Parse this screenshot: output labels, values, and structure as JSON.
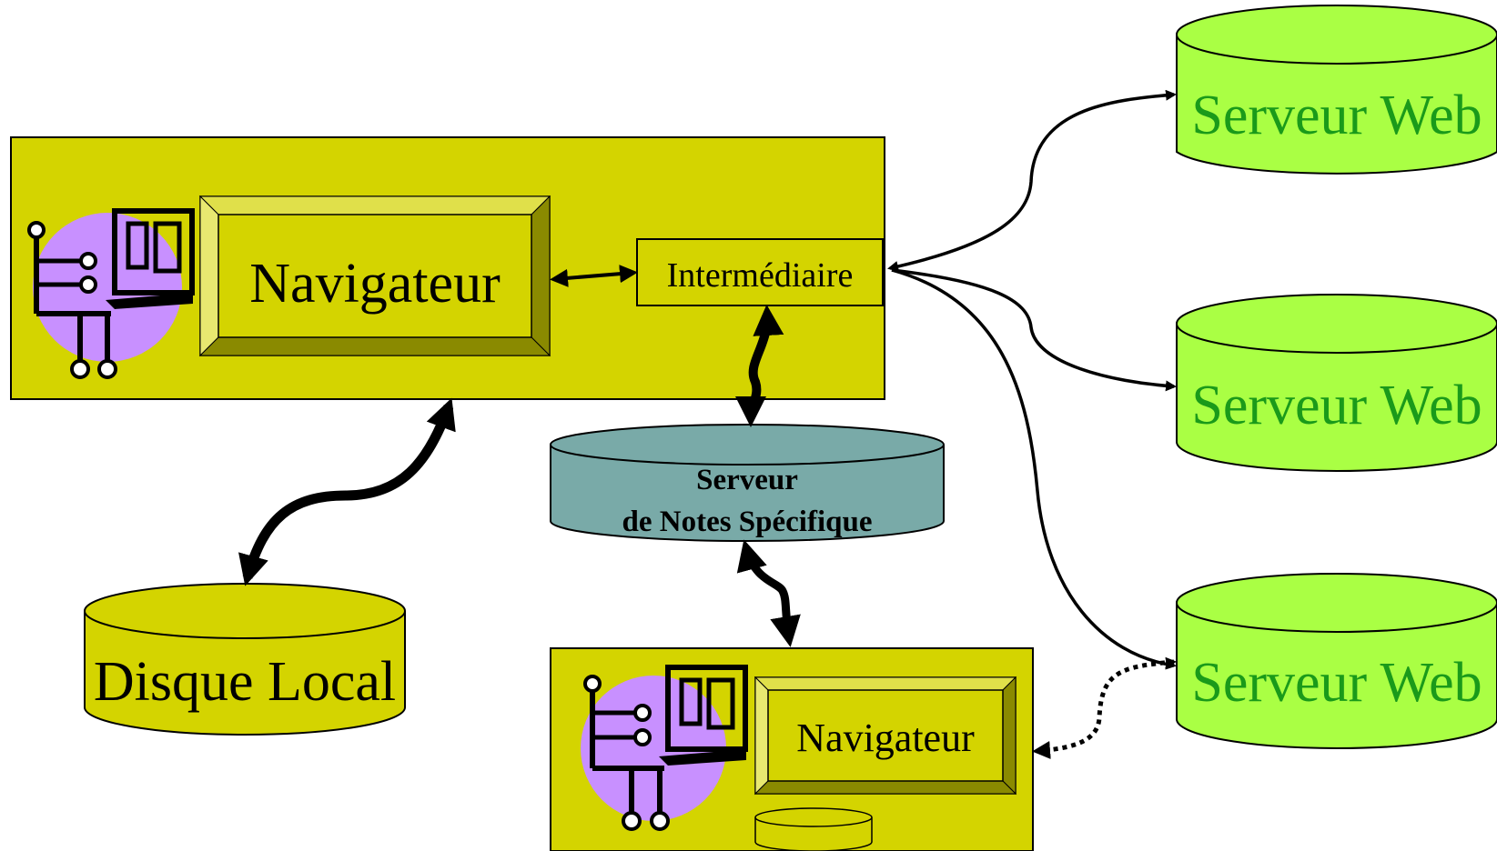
{
  "colors": {
    "client_box": "#d4d400",
    "bevel_light": "#e0e04a",
    "bevel_dark": "#8a8a00",
    "web_server": "#aaff44",
    "web_server_text": "#1a9a1a",
    "notes_server": "#79aaa8",
    "disk": "#d4d400",
    "avatar_circle": "#c890ff",
    "stroke": "#000000"
  },
  "main_client": {
    "browser_label": "Navigateur",
    "proxy_label": "Intermédiaire",
    "icon": "computer-user-icon"
  },
  "local_disk": {
    "label": "Disque Local"
  },
  "notes_server": {
    "label_line1": "Serveur",
    "label_line2": "de Notes Spécifique"
  },
  "web_servers": [
    {
      "label": "Serveur Web"
    },
    {
      "label": "Serveur Web"
    },
    {
      "label": "Serveur Web"
    }
  ],
  "second_client": {
    "browser_label": "Navigateur",
    "icon": "computer-user-icon"
  }
}
